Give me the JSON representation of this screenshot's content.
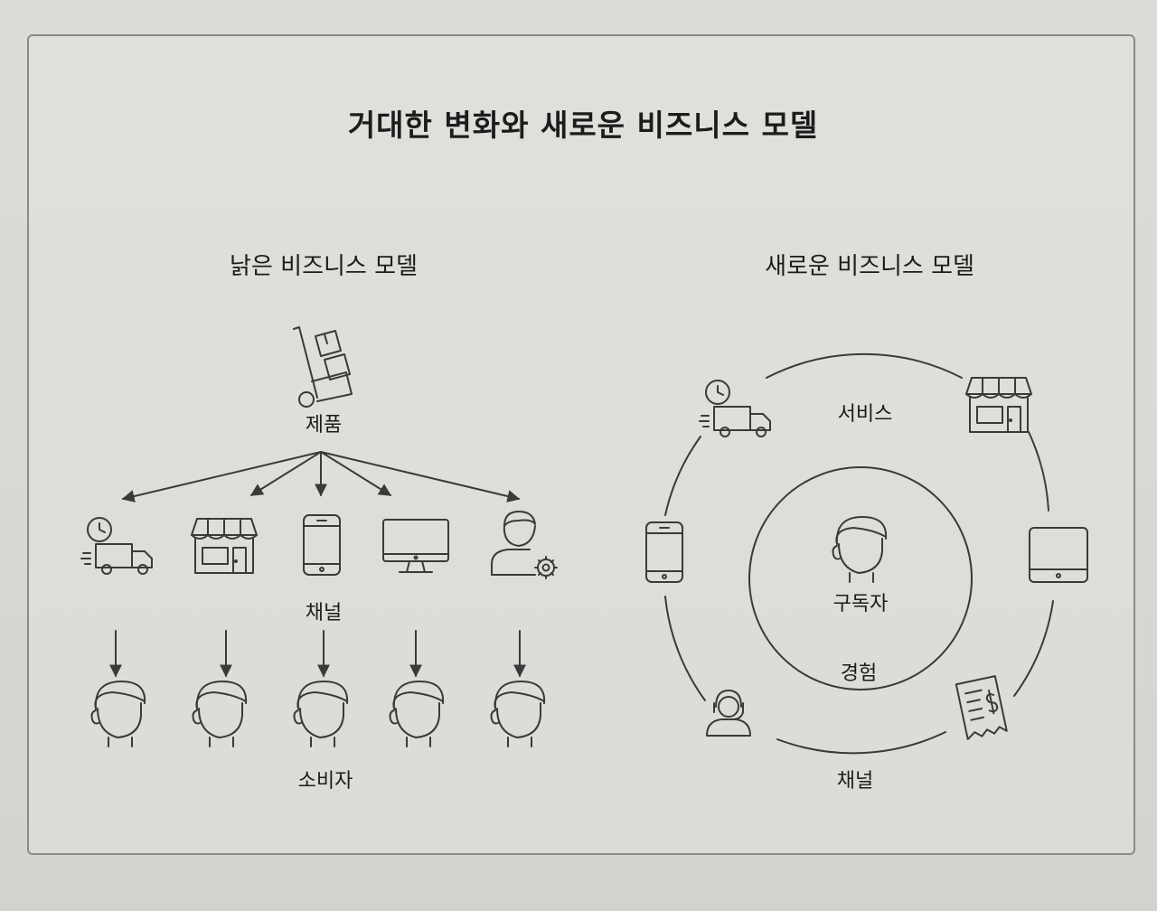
{
  "title": "거대한 변화와 새로운 비즈니스 모델",
  "old_model": {
    "title": "낡은 비즈니스 모델",
    "product_label": "제품",
    "channel_label": "채널",
    "consumer_label": "소비자",
    "product_icon": "hand-truck-icon",
    "channel_icons": [
      "delivery-truck-clock-icon",
      "storefront-icon",
      "smartphone-icon",
      "monitor-icon",
      "user-gear-icon"
    ],
    "consumer_icon": "person-head-icon",
    "consumer_count": 5
  },
  "new_model": {
    "title": "새로운 비즈니스 모델",
    "service_label": "서비스",
    "subscriber_label": "구독자",
    "experience_label": "경험",
    "channel_label": "채널",
    "center_icon": "person-head-icon",
    "ring_icons": [
      "delivery-truck-clock-icon",
      "storefront-icon",
      "smartphone-icon",
      "tablet-icon",
      "headset-agent-icon",
      "receipt-dollar-icon"
    ]
  },
  "colors": {
    "line": "#3a3a3a",
    "ink": "#1c1c1c",
    "paper": "#d9d9d5"
  }
}
